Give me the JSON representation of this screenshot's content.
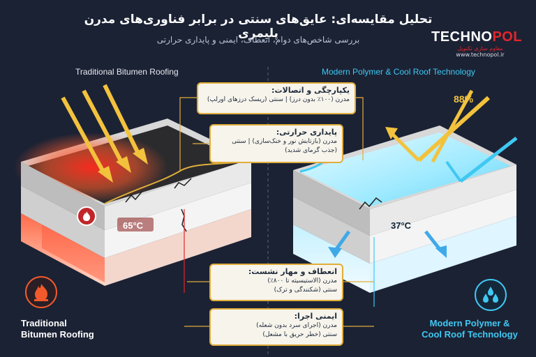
{
  "header": {
    "title": "تحلیل مقایسه‌ای: عایق‌های سنتی در برابر فناوری‌های مدرن پلیمری",
    "subtitle": "بررسی شاخص‌های دوام، انعطاف، ایمنی و پایداری حرارتی"
  },
  "logo": {
    "text_prefix": "TECHNO",
    "text_suffix": "POL",
    "tagline": "مقاوم سازی تکنوپل",
    "url": "www.technopol.ir"
  },
  "sides": {
    "left_label": "Traditional Bitumen Roofing",
    "right_label": "Modern Polymer & Cool Roof Technology"
  },
  "readouts": {
    "hot_temp": "65°C",
    "cool_temp": "37°C",
    "reflectance": "88%"
  },
  "callouts": [
    {
      "title": "یکپارچگی و اتصالات:",
      "lines": [
        "مدرن (۱۰۰٪ بدون درز) | سنتی (ریسک درزهای اورلپ)"
      ]
    },
    {
      "title": "پایداری حرارتی:",
      "lines": [
        "مدرن (بازتابش نور و خنک‌سازی) | سنتی",
        "(جذب گرمای شدید)"
      ]
    },
    {
      "title": "انعطاف و مهار نشست:",
      "lines": [
        "مدرن (الاستیسیته تا ۸۰۰٪)",
        "سنتی (شکنندگی و ترک)"
      ]
    },
    {
      "title": "ایمنی اجرا:",
      "lines": [
        "مدرن (اجرای سرد بدون شعله)",
        "سنتی (خطر حریق با مشعل)"
      ]
    }
  ],
  "bottom": {
    "left_line1": "Traditional",
    "left_line2": "Bitumen Roofing",
    "right_line1": "Modern Polymer &",
    "right_line2": "Cool Roof Technology"
  },
  "icons": {
    "left": "fire-icon",
    "right": "water-drops-icon"
  },
  "colors": {
    "background": "#1b2234",
    "accent_gold": "#e0ad3b",
    "hot_red": "#e3262b",
    "cool_cyan": "#3fc8f2"
  }
}
